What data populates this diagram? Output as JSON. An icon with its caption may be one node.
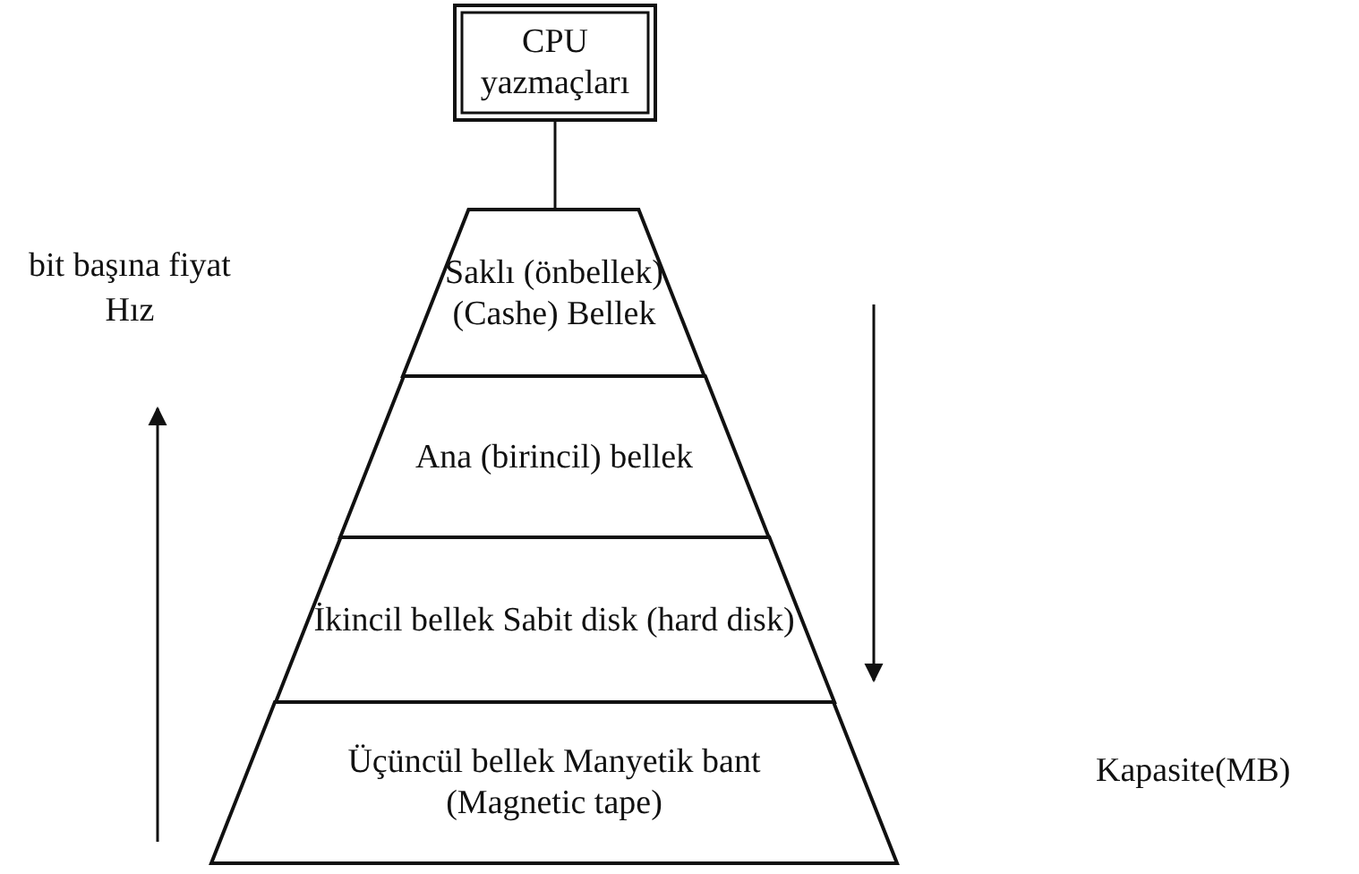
{
  "diagram": {
    "nodes": [
      {
        "text": [
          "CPU yazmaçları"
        ]
      },
      {
        "text": [
          "Saklı (önbellek) (Cashe) Bellek"
        ]
      },
      {
        "text": [
          "Ana (birincil) bellek"
        ]
      },
      {
        "text": [
          "İkincil bellek Sabit disk (hard disk)"
        ]
      },
      {
        "text": [
          "Üçüncül bellek Manyetik bant (Magnetic tape)"
        ]
      }
    ],
    "edges": [
      {
        "from": 0,
        "to": 1,
        "arrow": "none"
      }
    ],
    "labels": [
      "bit başına fiyat",
      "Hız",
      "Kapasite(MB)"
    ]
  }
}
